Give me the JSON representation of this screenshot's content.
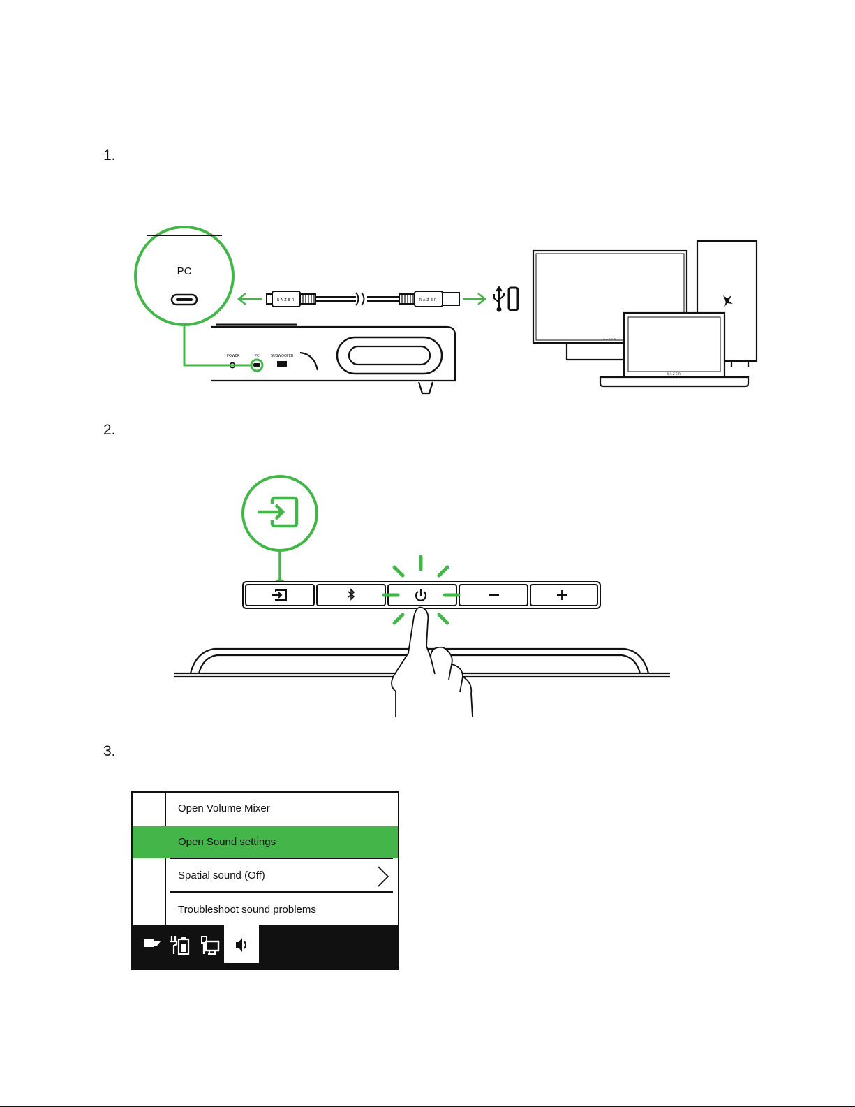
{
  "steps": [
    {
      "number": "1."
    },
    {
      "number": "2."
    },
    {
      "number": "3."
    }
  ],
  "figure1": {
    "port_label": "PC",
    "rear_port_labels": [
      "POWER",
      "PC",
      "SUBWOOFER"
    ],
    "cable_brand": "RAZER",
    "monitor_brand": "RAZER"
  },
  "figure2": {
    "buttons": [
      "input-icon",
      "bluetooth-icon",
      "power-icon",
      "volume-down-icon",
      "volume-up-icon"
    ],
    "highlight_button": "power"
  },
  "figure3": {
    "menu_items": [
      {
        "label": "Open Volume Mixer",
        "active": false
      },
      {
        "label": "Open Sound settings",
        "active": true
      },
      {
        "label": "Spatial sound (Off)",
        "active": false,
        "has_submenu": true
      },
      {
        "label": "Troubleshoot sound problems",
        "active": false
      }
    ],
    "taskbar_icons": [
      "flag-icon",
      "battery-icon",
      "network-icon",
      "speaker-icon"
    ]
  },
  "colors": {
    "accent_green": "#44b649",
    "ink": "#111111",
    "taskbar": "#111111"
  }
}
